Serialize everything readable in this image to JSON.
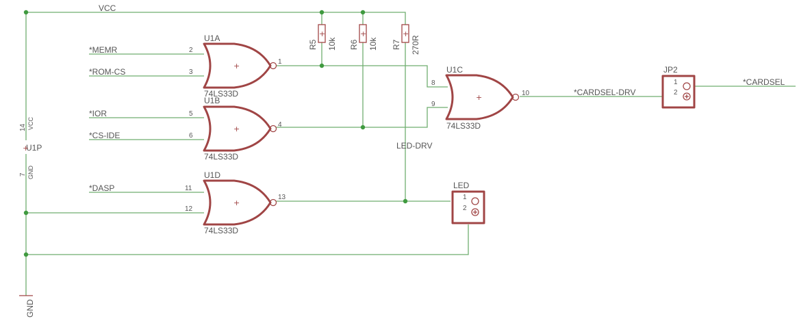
{
  "nets": {
    "vcc": "VCC",
    "memr": "*MEMR",
    "rom_cs": "*ROM-CS",
    "ior": "*IOR",
    "cs_ide": "*CS-IDE",
    "dasp": "*DASP",
    "cardsel_drv": "*CARDSEL-DRV",
    "cardsel": "*CARDSEL",
    "led_drv": "LED-DRV",
    "gnd": "GND"
  },
  "gates": {
    "u1a": {
      "name": "U1A",
      "part": "74LS33D",
      "pin_in1": "2",
      "pin_in2": "3",
      "pin_out": "1"
    },
    "u1b": {
      "name": "U1B",
      "part": "74LS33D",
      "pin_in1": "5",
      "pin_in2": "6",
      "pin_out": "4"
    },
    "u1c": {
      "name": "U1C",
      "part": "74LS33D",
      "pin_in1": "8",
      "pin_in2": "9",
      "pin_out": "10"
    },
    "u1d": {
      "name": "U1D",
      "part": "74LS33D",
      "pin_in1": "11",
      "pin_in2": "12",
      "pin_out": "13"
    }
  },
  "resistors": {
    "r5": {
      "name": "R5",
      "value": "10k"
    },
    "r6": {
      "name": "R6",
      "value": "10k"
    },
    "r7": {
      "name": "R7",
      "value": "270R"
    }
  },
  "connectors": {
    "jp2": {
      "name": "JP2",
      "pin1": "1",
      "pin2": "2"
    },
    "led": {
      "name": "LED",
      "pin1": "1",
      "pin2": "2"
    }
  },
  "power": {
    "name": "U1P",
    "vcc_pin": "14",
    "vcc_label": "VCC",
    "gnd_pin": "7",
    "gnd_label": "GND"
  },
  "colors": {
    "wire": "#6fae6f",
    "part": "#a04545",
    "junction": "#3f9a3f",
    "text": "#555555"
  }
}
